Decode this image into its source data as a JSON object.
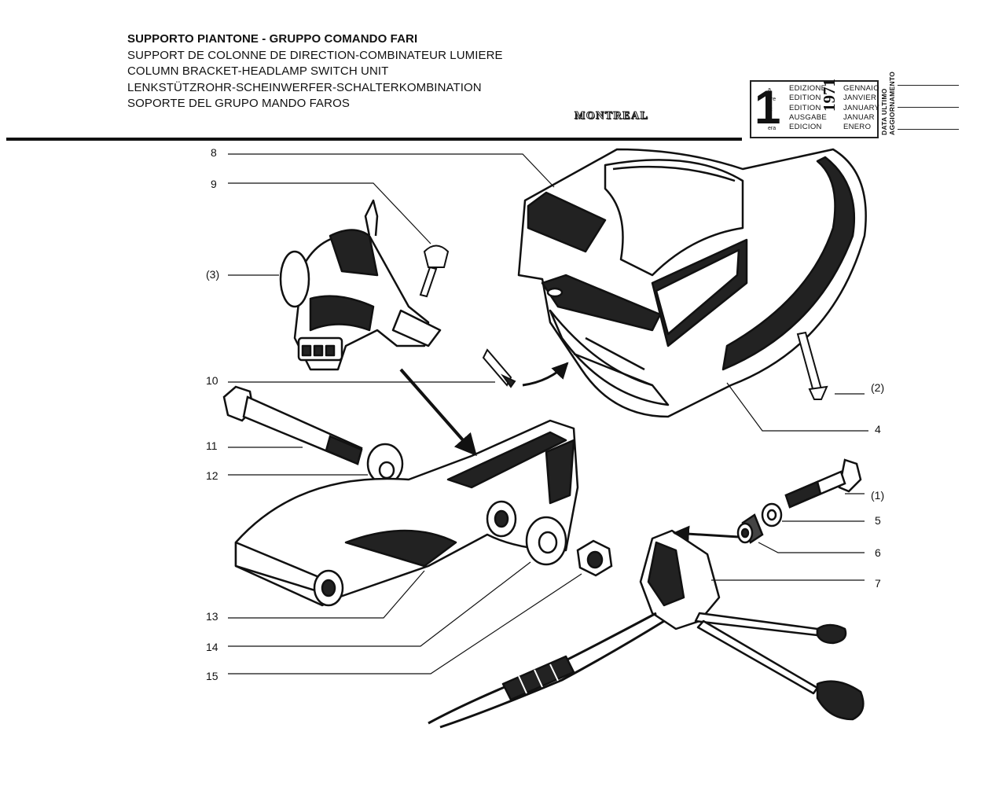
{
  "header": {
    "titles": [
      "SUPPORTO PIANTONE - GRUPPO COMANDO FARI",
      "SUPPORT DE COLONNE DE DIRECTION-COMBINATEUR LUMIERE",
      "COLUMN BRACKET-HEADLAMP SWITCH UNIT",
      "LENKSTÜTZROHR-SCHEINWERFER-SCHALTERKOMBINATION",
      "SOPORTE DEL GRUPO MANDO FAROS"
    ],
    "model": "MONTREAL"
  },
  "edition_box": {
    "number": "1",
    "suffixes": [
      "a",
      "ere",
      "st",
      ".",
      "era"
    ],
    "edition_labels": [
      "EDIZIONE",
      "EDITION",
      "EDITION",
      "AUSGABE",
      "EDICION"
    ],
    "year": "1971",
    "months": [
      "GENNAIO",
      "JANVIER",
      "JANUARY",
      "JANUAR",
      "ENERO"
    ],
    "last_update_label_1": "DATA ULTIMO",
    "last_update_label_2": "AGGIORNAMENTO"
  },
  "callouts": [
    {
      "id": "8",
      "label": "8"
    },
    {
      "id": "9",
      "label": "9"
    },
    {
      "id": "3",
      "label": "(3)"
    },
    {
      "id": "10",
      "label": "10"
    },
    {
      "id": "11",
      "label": "11"
    },
    {
      "id": "12",
      "label": "12"
    },
    {
      "id": "13",
      "label": "13"
    },
    {
      "id": "14",
      "label": "14"
    },
    {
      "id": "15",
      "label": "15"
    },
    {
      "id": "2",
      "label": "(2)"
    },
    {
      "id": "4",
      "label": "4"
    },
    {
      "id": "1",
      "label": "(1)"
    },
    {
      "id": "5",
      "label": "5"
    },
    {
      "id": "6",
      "label": "6"
    },
    {
      "id": "7",
      "label": "7"
    }
  ]
}
